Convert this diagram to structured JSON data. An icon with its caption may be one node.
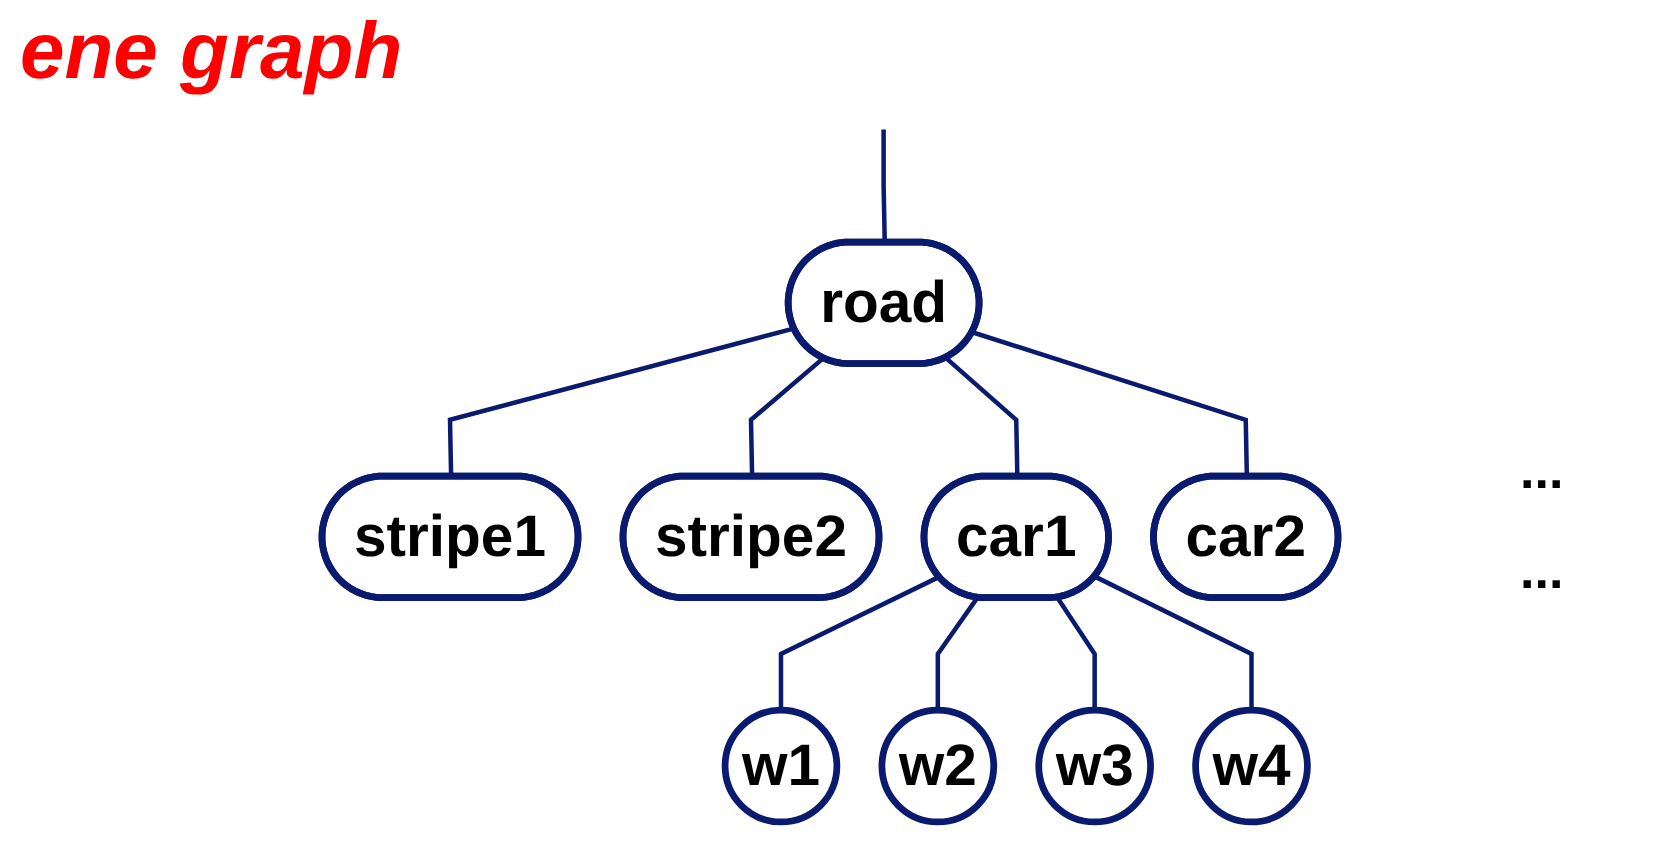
{
  "diagram": {
    "title": "ene graph",
    "nodes": [
      {
        "text": [
          "road"
        ]
      },
      {
        "text": [
          "stripe1"
        ]
      },
      {
        "text": [
          "stripe2"
        ]
      },
      {
        "text": [
          "car1"
        ]
      },
      {
        "text": [
          "car2"
        ]
      },
      {
        "text": [
          "w1"
        ]
      },
      {
        "text": [
          "w2"
        ]
      },
      {
        "text": [
          "w3"
        ]
      },
      {
        "text": [
          "w4"
        ]
      }
    ],
    "edges": [
      {
        "from": null,
        "to": 0,
        "arrow": "none"
      },
      {
        "from": 0,
        "to": 1,
        "arrow": "none"
      },
      {
        "from": 0,
        "to": 2,
        "arrow": "none"
      },
      {
        "from": 0,
        "to": 3,
        "arrow": "none"
      },
      {
        "from": 0,
        "to": 4,
        "arrow": "none"
      },
      {
        "from": 3,
        "to": 5,
        "arrow": "none"
      },
      {
        "from": 3,
        "to": 6,
        "arrow": "none"
      },
      {
        "from": 3,
        "to": 7,
        "arrow": "none"
      },
      {
        "from": 3,
        "to": 8,
        "arrow": "none"
      }
    ],
    "labels": [
      "...",
      "..."
    ]
  }
}
